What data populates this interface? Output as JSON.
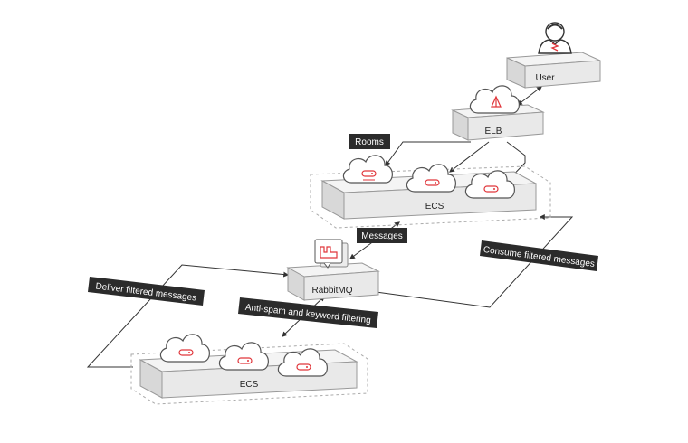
{
  "nodes": {
    "user": "User",
    "elb": "ELB",
    "ecs_top": "ECS",
    "rabbitmq": "RabbitMQ",
    "ecs_bottom": "ECS"
  },
  "tags": {
    "rooms": "Rooms",
    "messages": "Messages",
    "consume": "Consume filtered messages",
    "deliver": "Deliver filtered messages",
    "antispam": "Anti-spam and keyword filtering"
  },
  "icons": {
    "user": "user-icon",
    "elb": "load-balancer-icon",
    "ecs": "server-icon",
    "rabbitmq": "message-queue-icon"
  },
  "colors": {
    "accent": "#e0363b",
    "tag_bg": "#2b2b2b",
    "tag_text": "#ffffff",
    "line": "#333333"
  }
}
